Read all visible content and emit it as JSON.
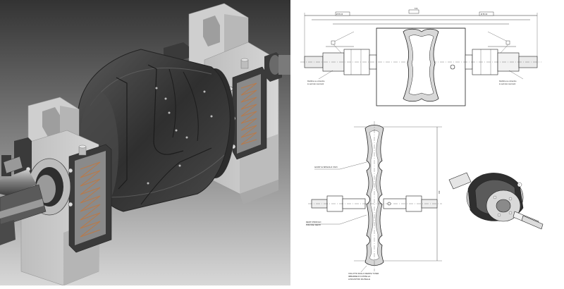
{
  "colors": {
    "render_bg_top": "#3a3a3a",
    "render_bg_bottom": "#d4d4d4",
    "block_grey": "#c8c8c8",
    "roller_dark": "#3e3e3e",
    "spring_copper": "#b87a4b",
    "drawing_bg": "#ffffff",
    "drawing_line": "#222222"
  },
  "drawing": {
    "top_view": {
      "overall_dim": "570",
      "left_tag": "Ø 55 h6",
      "right_tag": "Ø 55 h6",
      "left_note": "Rettifica su entrambe",
      "left_note2": "le sedi dei cuscinetti",
      "right_note": "Rettifica su entrambe",
      "right_note2": "le sedi dei cuscinetti"
    },
    "side_view": {
      "label_1": "GIUNTI A SPIGOLO VIVO",
      "label_2": "DENTI PROFILO",
      "label_3": "PIAN DEI DENTI",
      "caption_1": "VOLUTTO RULLO DENTE TI PER",
      "caption_2": "IMBARRE DI FUSTELLA",
      "caption_3": "A INCASTRO DA PELLE",
      "height_dim": "330"
    },
    "iso_view": {
      "callout": "1"
    }
  }
}
